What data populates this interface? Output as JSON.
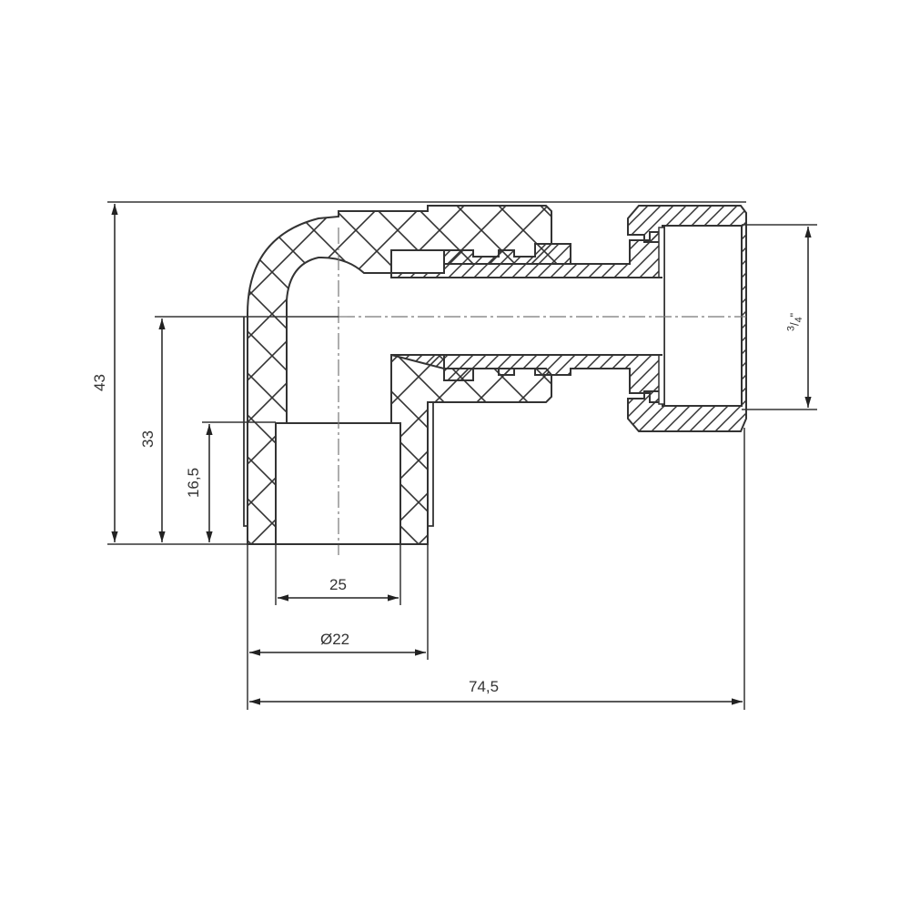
{
  "drawing": {
    "title": "Elbow fitting with union nut - cross section",
    "line_color": "#333333",
    "background": "#ffffff"
  },
  "dimensions": {
    "height_total": "43",
    "height_centerline": "33",
    "socket_depth": "16,5",
    "socket_bore": "25",
    "pipe_diameter": "Ø22",
    "overall_length": "74,5",
    "thread_size_num": "3",
    "thread_size_den": "4",
    "thread_size_unit": "\""
  }
}
